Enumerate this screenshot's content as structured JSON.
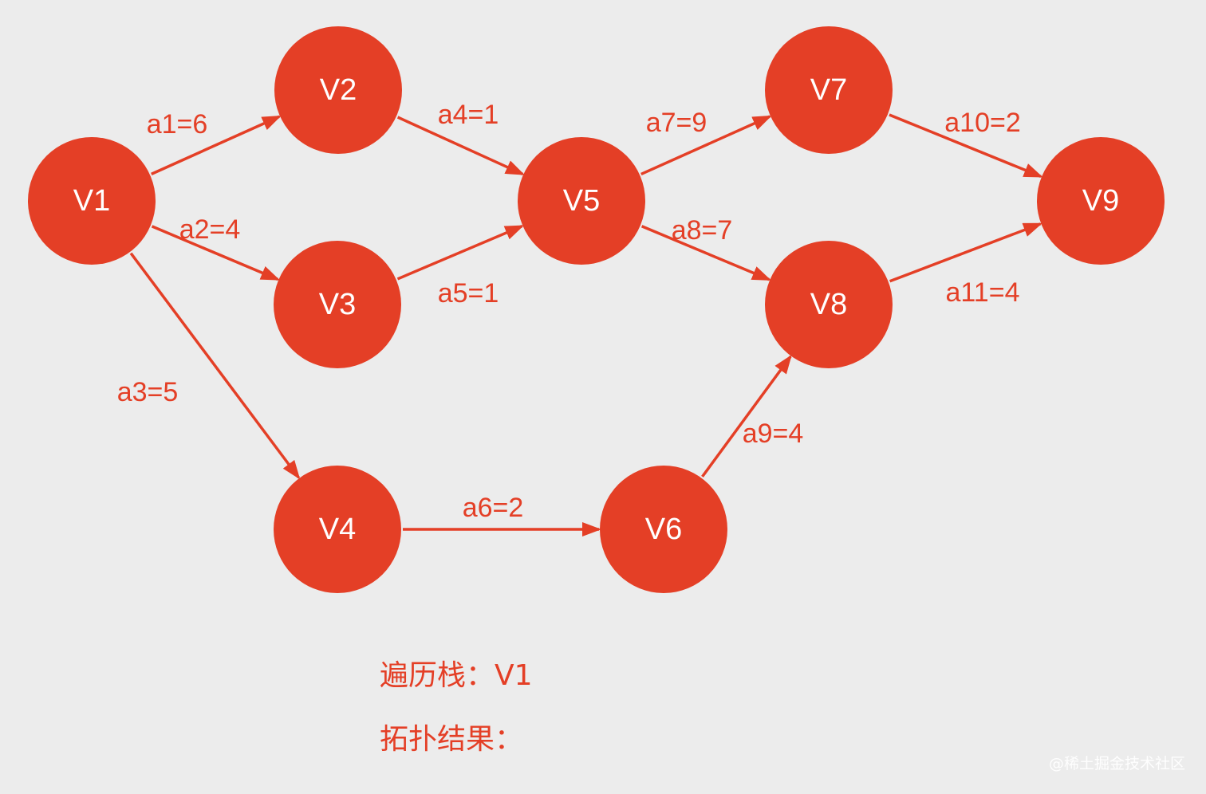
{
  "nodes": [
    {
      "id": "V1",
      "label": "V1"
    },
    {
      "id": "V2",
      "label": "V2"
    },
    {
      "id": "V3",
      "label": "V3"
    },
    {
      "id": "V4",
      "label": "V4"
    },
    {
      "id": "V5",
      "label": "V5"
    },
    {
      "id": "V6",
      "label": "V6"
    },
    {
      "id": "V7",
      "label": "V7"
    },
    {
      "id": "V8",
      "label": "V8"
    },
    {
      "id": "V9",
      "label": "V9"
    }
  ],
  "edges": [
    {
      "from": "V1",
      "to": "V2",
      "label": "a1=6"
    },
    {
      "from": "V1",
      "to": "V3",
      "label": "a2=4"
    },
    {
      "from": "V1",
      "to": "V4",
      "label": "a3=5"
    },
    {
      "from": "V2",
      "to": "V5",
      "label": "a4=1"
    },
    {
      "from": "V3",
      "to": "V5",
      "label": "a5=1"
    },
    {
      "from": "V4",
      "to": "V6",
      "label": "a6=2"
    },
    {
      "from": "V5",
      "to": "V7",
      "label": "a7=9"
    },
    {
      "from": "V5",
      "to": "V8",
      "label": "a8=7"
    },
    {
      "from": "V6",
      "to": "V8",
      "label": "a9=4"
    },
    {
      "from": "V7",
      "to": "V9",
      "label": "a10=2"
    },
    {
      "from": "V8",
      "to": "V9",
      "label": "a11=4"
    }
  ],
  "info": {
    "stack_label": "遍历栈：",
    "stack_value": "V1",
    "result_label": "拓扑结果：",
    "result_value": ""
  },
  "watermark": "@稀土掘金技术社区",
  "colors": {
    "node": "#e43f26",
    "edge": "#e43f26",
    "background": "#ececec"
  }
}
